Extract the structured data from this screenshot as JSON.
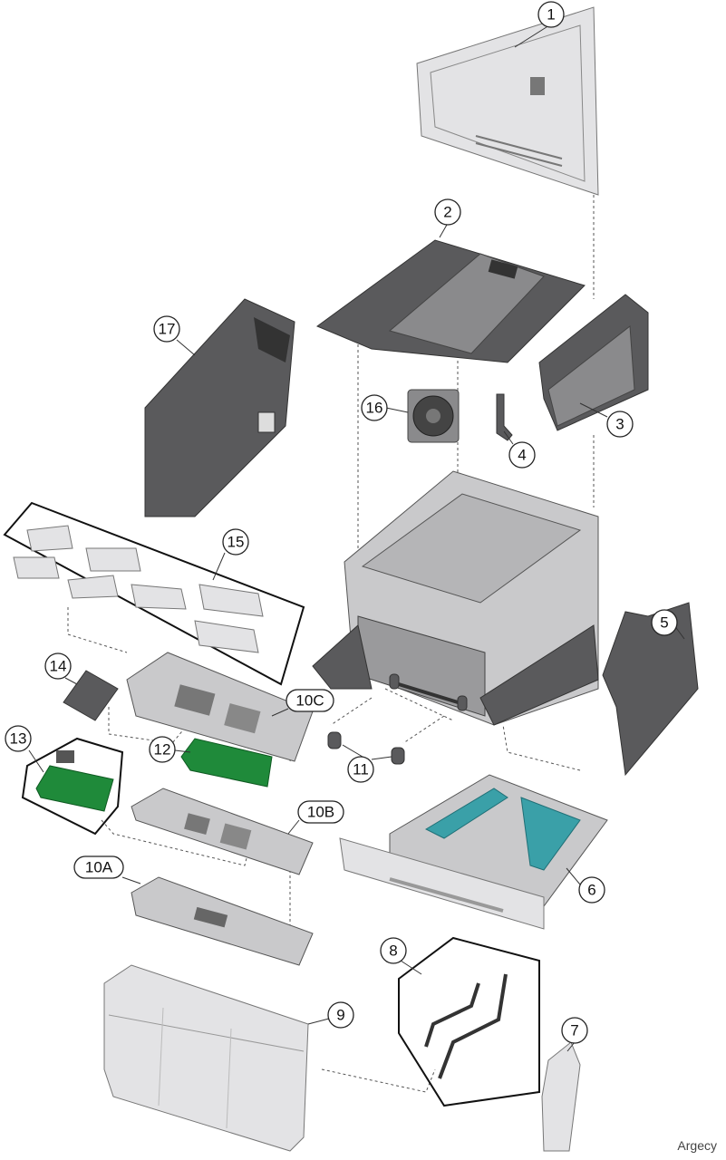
{
  "callouts": [
    "1",
    "2",
    "3",
    "4",
    "5",
    "6",
    "7",
    "8",
    "9",
    "10A",
    "10B",
    "10C",
    "11",
    "12",
    "13",
    "14",
    "15",
    "16",
    "17"
  ],
  "watermark": "Argecy"
}
